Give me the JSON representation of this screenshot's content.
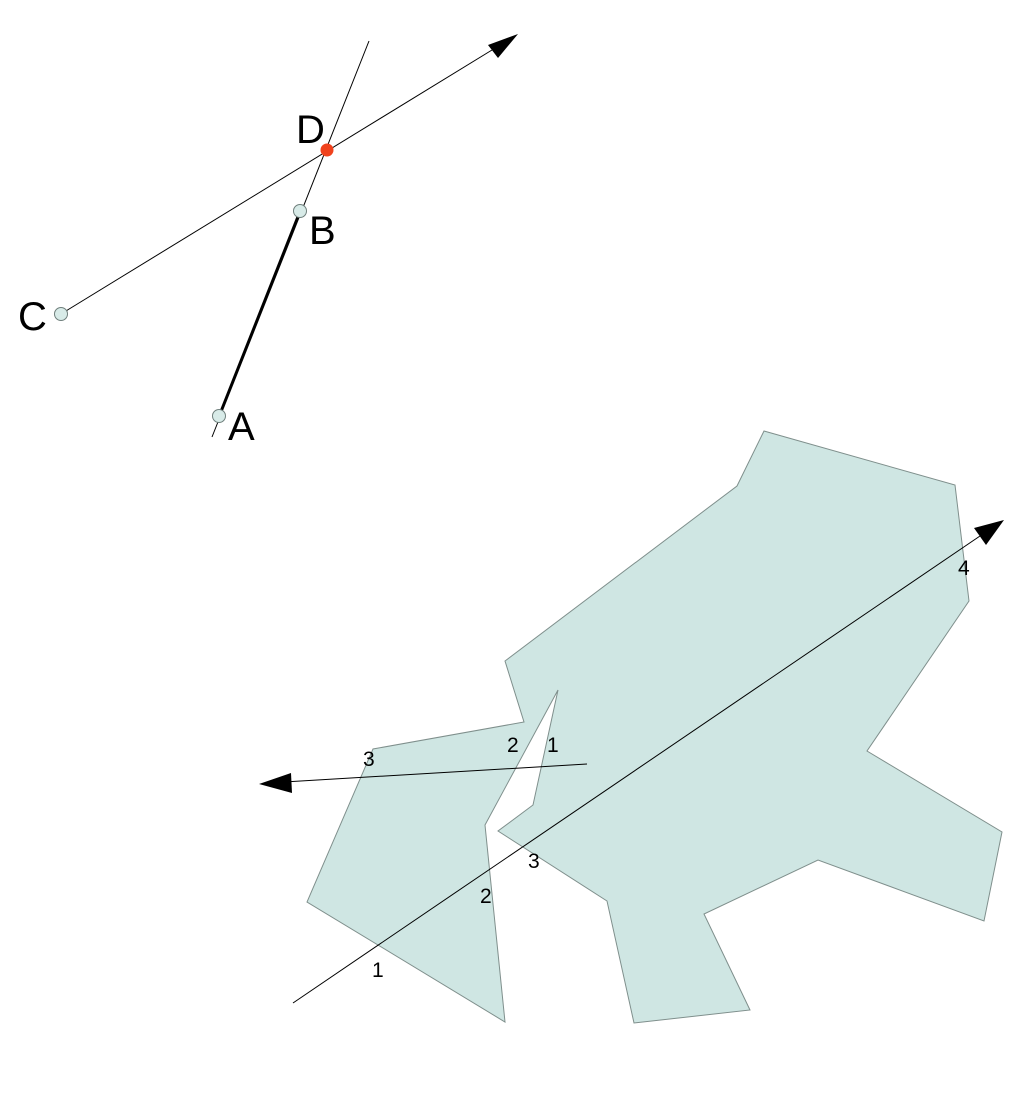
{
  "colors": {
    "polygon_fill": "#cfe6e3",
    "polygon_stroke": "#7f8f8c",
    "point_fill": "#d8ebe8",
    "point_stroke": "#6f7f7c",
    "intersection_point": "#f0421d",
    "line": "#000000"
  },
  "points": {
    "a": "A",
    "b": "B",
    "c": "C",
    "d": "D"
  },
  "ray_short": {
    "n1": "1",
    "n2": "2",
    "n3": "3"
  },
  "ray_long": {
    "n1": "1",
    "n2": "2",
    "n3": "3",
    "n4": "4"
  }
}
